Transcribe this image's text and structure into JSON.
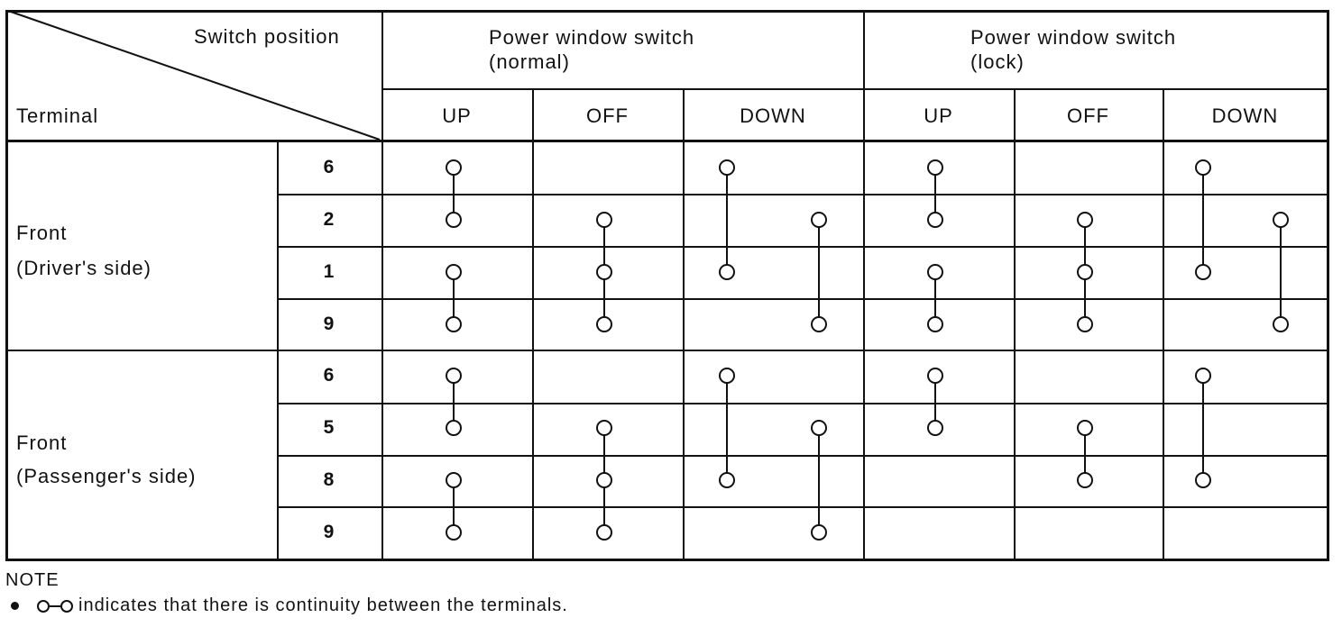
{
  "header": {
    "corner_top": "Switch position",
    "corner_bottom": "Terminal",
    "groups": [
      {
        "title_line1": "Power window switch",
        "title_line2": "(normal)",
        "positions": [
          "UP",
          "OFF",
          "DOWN"
        ]
      },
      {
        "title_line1": "Power window switch",
        "title_line2": "(lock)",
        "positions": [
          "UP",
          "OFF",
          "DOWN"
        ]
      }
    ]
  },
  "sections": [
    {
      "name_line1": "Front",
      "name_line2": "(Driver's side)",
      "terminals": [
        "6",
        "2",
        "1",
        "9"
      ],
      "continuity": {
        "normal_up": [
          [
            "6",
            "2"
          ],
          [
            "1",
            "9"
          ]
        ],
        "normal_off": [
          [
            "2",
            "1",
            "9"
          ]
        ],
        "normal_down": [
          [
            "6",
            "1"
          ],
          [
            "2",
            "9"
          ]
        ],
        "lock_up": [
          [
            "6",
            "2"
          ],
          [
            "1",
            "9"
          ]
        ],
        "lock_off": [
          [
            "2",
            "1",
            "9"
          ]
        ],
        "lock_down": [
          [
            "6",
            "1"
          ],
          [
            "2",
            "9"
          ]
        ]
      }
    },
    {
      "name_line1": "Front",
      "name_line2": "(Passenger's side)",
      "terminals": [
        "6",
        "5",
        "8",
        "9"
      ],
      "continuity": {
        "normal_up": [
          [
            "6",
            "5"
          ],
          [
            "8",
            "9"
          ]
        ],
        "normal_off": [
          [
            "5",
            "8",
            "9"
          ]
        ],
        "normal_down": [
          [
            "6",
            "8"
          ],
          [
            "5",
            "9"
          ]
        ],
        "lock_up": [
          [
            "6",
            "5"
          ]
        ],
        "lock_off": [
          [
            "5",
            "8"
          ]
        ],
        "lock_down": [
          [
            "6",
            "8"
          ]
        ]
      }
    }
  ],
  "note": {
    "title": "NOTE",
    "text": "indicates that there is continuity between the terminals."
  }
}
